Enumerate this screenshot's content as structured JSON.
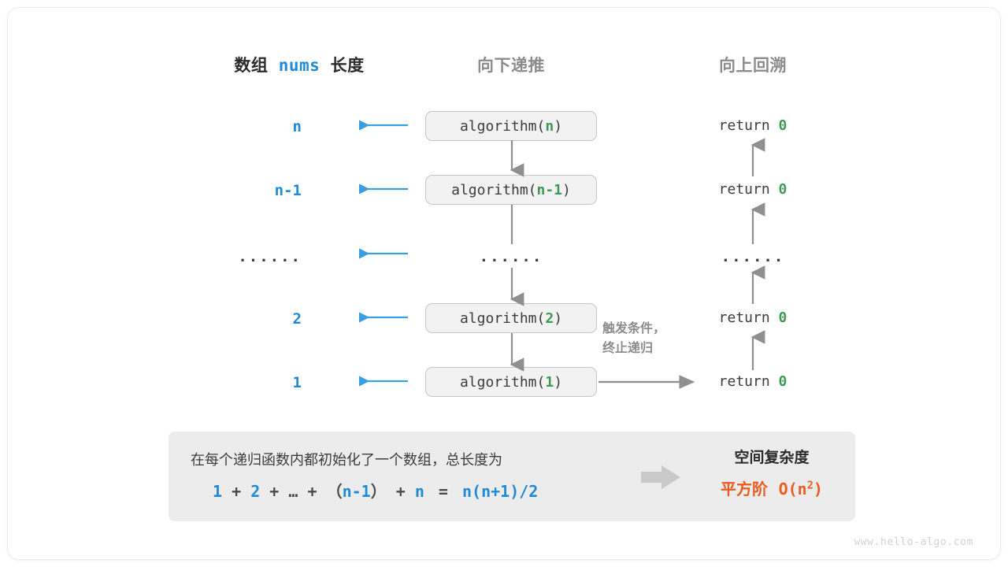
{
  "colors": {
    "blue": "#1f8ad6",
    "green": "#3f9a55",
    "orange": "#ec5c1e",
    "gray": "#8c8c8c",
    "dark": "#3c3c3c",
    "arrow_blue": "#3a9fe0",
    "arrow_gray": "#8f8f8f",
    "box_fill": "#f2f2f2",
    "box_border": "#c6c6c6",
    "panel_fill": "#ececec"
  },
  "headers": {
    "left_prefix": "数组",
    "left_code": "nums",
    "left_suffix": "长度",
    "middle": "向下递推",
    "right": "向上回溯"
  },
  "rows": [
    {
      "length": "n",
      "call_prefix": "algorithm(",
      "call_arg": "n",
      "call_suffix": ")",
      "return_text": "return",
      "return_value": "0",
      "is_ellipsis": false
    },
    {
      "length": "n-1",
      "call_prefix": "algorithm(",
      "call_arg": "n-1",
      "call_suffix": ")",
      "return_text": "return",
      "return_value": "0",
      "is_ellipsis": false
    },
    {
      "length": "······",
      "call_prefix": "······",
      "call_arg": "",
      "call_suffix": "",
      "return_text": "······",
      "return_value": "",
      "is_ellipsis": true
    },
    {
      "length": "2",
      "call_prefix": "algorithm(",
      "call_arg": "2",
      "call_suffix": ")",
      "return_text": "return",
      "return_value": "0",
      "is_ellipsis": false
    },
    {
      "length": "1",
      "call_prefix": "algorithm(",
      "call_arg": "1",
      "call_suffix": ")",
      "return_text": "return",
      "return_value": "0",
      "is_ellipsis": false
    }
  ],
  "note": {
    "line1": "触发条件，",
    "line2": "终止递归"
  },
  "summary": {
    "description": "在每个递归函数内都初始化了一个数组，总长度为",
    "formula": {
      "t1": "1",
      "o1": "+",
      "t2": "2",
      "o2": "+",
      "t3": "…",
      "o3": "+",
      "p1": "（",
      "t4": "n-1",
      "p2": "）",
      "o4": "+",
      "t5": "n",
      "eq": "=",
      "result": "n(n+1)/2"
    },
    "right_title": "空间复杂度",
    "right_label": "平方阶",
    "right_complexity_base": "O(n",
    "right_complexity_exp": "2",
    "right_complexity_close": ")"
  },
  "watermark": "www.hello-algo.com"
}
